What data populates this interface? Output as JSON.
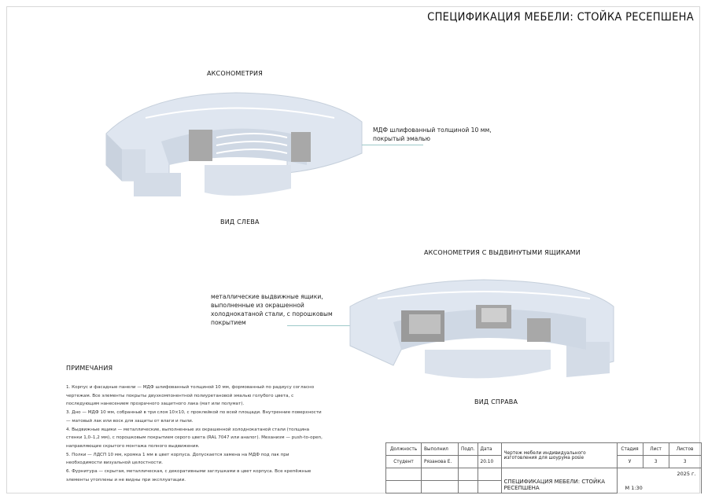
{
  "title": "СПЕЦИФИКАЦИЯ МЕБЕЛИ: СТОЙКА РЕСЕПШЕНА",
  "views": {
    "axonometry_label": "АКСОНОМЕТРИЯ",
    "left_view_label": "ВИД СЛЕВА",
    "axonometry_drawers_label": "АКСОНОМЕТРИЯ С ВЫДВИНУТЫМИ ЯЩИКАМИ",
    "right_view_label": "ВИД СПРАВА"
  },
  "callouts": {
    "mdf": "МДФ шлифованный толщиной 10 мм, покрытый эмалью",
    "drawers": "металлические выдвижные ящики, выполненные из окрашенной холоднокатаной стали, с порошковым покрытием"
  },
  "notes": {
    "heading": "ПРИМЕЧАНИЯ",
    "items": [
      "1. Корпус и фасадные панели — МДФ шлифованный толщиной 10 мм, формованный по радиусу согласно чертежам. Все элементы покрыты двухкомпонентной полиуретановой эмалью голубого цвета, с последующим нанесением прозрачного защитного лака (мат или полумат).",
      "3. Дно — МДФ 10 мм, собранный в три слоя 10×10, с проклейкой по всей площади. Внутренние поверхности — матовый лак или воск для защиты от влаги и пыли.",
      "4. Выдвижные ящики — металлические, выполненные из окрашенной холоднокатаной стали (толщина стенки 1,0–1,2 мм), с порошковым покрытием серого цвета (RAL 7047 или аналог). Механизм — push-to-open, направляющие скрытого монтажа полного выдвижения.",
      "5. Полки — ЛДСП 10 мм, кромка 1 мм в цвет корпуса. Допускается замена на МДФ под лак при необходимости визуальной целостности.",
      "6. Фурнитура — скрытая, металлическая, с декоративными заглушками в цвет корпуса. Все крепёжные элементы утоплены и не видны при эксплуатации."
    ]
  },
  "title_block": {
    "h_position": "Должность",
    "h_performed": "Выполнил",
    "h_sign": "Подп.",
    "h_date": "Дата",
    "position": "Студент",
    "performed": "Рязанова Е.",
    "date": "20.10",
    "description": "Чертеж мебели индивидуального изготовления для шоурума posie",
    "h_stage": "Стадия",
    "h_sheet": "Лист",
    "h_sheets": "Листов",
    "stage": "У",
    "sheet": "3",
    "sheets": "3",
    "year": "2025 г.",
    "name": "СПЕЦИФИКАЦИЯ МЕБЕЛИ: СТОЙКА РЕСЕПШЕНА",
    "scale": "М 1:30"
  },
  "colors": {
    "body": "#dfe6f0",
    "shade": "#c9d2de",
    "metal": "#9a9a9a",
    "leader": "#9cc9c9"
  }
}
